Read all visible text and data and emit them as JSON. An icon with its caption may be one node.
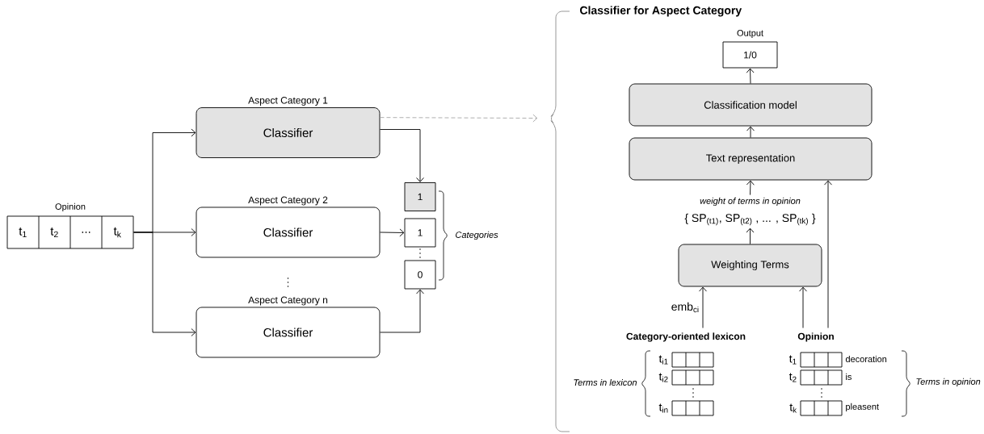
{
  "diagram": {
    "title": "Classifier for Aspect Category",
    "nodes": [
      {
        "text": [
          "Opinion",
          "t$_{1}$",
          "t$_{2}$",
          "...",
          "t$_{k}$"
        ]
      },
      {
        "text": [
          "Aspect Category 1",
          "Classifier"
        ]
      },
      {
        "text": [
          "Aspect Category 2",
          "Classifier"
        ]
      },
      {
        "text": [
          "Aspect Category n",
          "Classifier"
        ]
      },
      {
        "text": [
          "1"
        ]
      },
      {
        "text": [
          "1"
        ]
      },
      {
        "text": [
          "0"
        ]
      },
      {
        "text": [],
        "shape": "bracket"
      },
      {
        "text": [
          "Output",
          "1/0"
        ]
      },
      {
        "text": [
          "Classification model"
        ]
      },
      {
        "text": [
          "Text representation"
        ]
      },
      {
        "text": [
          "weight of terms in opinion",
          "{ SP$_{(t1)}$, SP$_{(t2)}$ , ... , SP$_{(tk)}$ }"
        ]
      },
      {
        "text": [
          "Weighting Terms"
        ]
      },
      {
        "text": [
          "Category-oriented lexicon",
          "t$_{i1}$",
          "t$_{i2}$",
          "t$_{in}$"
        ],
        "beside": [
          "Terms in lexicon"
        ]
      },
      {
        "text": [
          "Opinion",
          "t$_{1}$",
          "t$_{2}$",
          "t$_{k}$",
          "decoration",
          "is",
          "pleasent"
        ],
        "beside": [
          "Terms in opinion"
        ]
      }
    ],
    "edges": [
      {
        "from": 0,
        "to": 1,
        "arrow": "to"
      },
      {
        "from": 0,
        "to": 2,
        "arrow": "to"
      },
      {
        "from": 0,
        "to": 3,
        "arrow": "to"
      },
      {
        "from": 1,
        "to": 4,
        "arrow": "to"
      },
      {
        "from": 2,
        "to": 5,
        "arrow": "to"
      },
      {
        "from": 3,
        "to": 6,
        "arrow": "to"
      },
      {
        "from": 1,
        "to": 7,
        "arrow": "to",
        "style": "dashed",
        "color": "#a6a6a6"
      },
      {
        "from": 9,
        "to": 8,
        "arrow": "to"
      },
      {
        "from": 10,
        "to": 9,
        "arrow": "to"
      },
      {
        "from": 11,
        "to": 10,
        "arrow": "to"
      },
      {
        "from": 12,
        "to": 11,
        "arrow": "to"
      },
      {
        "from": 13,
        "to": 12,
        "arrow": "to",
        "label": "emb$_{ci}$"
      },
      {
        "from": 14,
        "to": 12,
        "arrow": "to"
      },
      {
        "from": 14,
        "to": 10,
        "arrow": "to"
      }
    ],
    "labels": [
      "Categories"
    ]
  }
}
